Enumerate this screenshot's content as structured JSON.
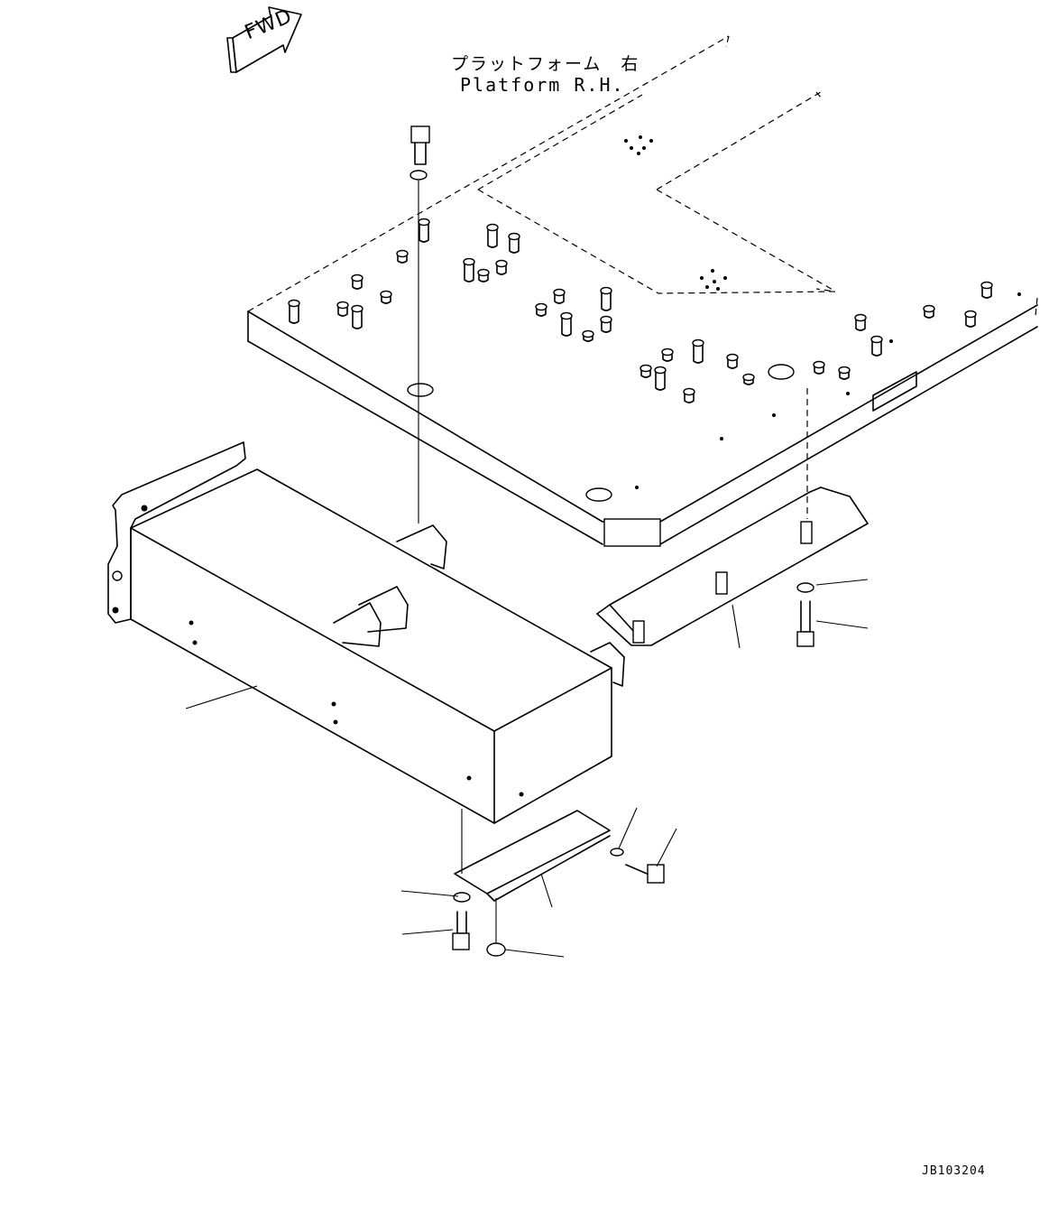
{
  "diagram": {
    "title_jp": "プラットフォーム　右",
    "title_en": "Platform R.H.",
    "fwd_label": "FWD",
    "drawing_number": "JB103204",
    "icons": [
      "fwd-arrow-icon"
    ]
  }
}
